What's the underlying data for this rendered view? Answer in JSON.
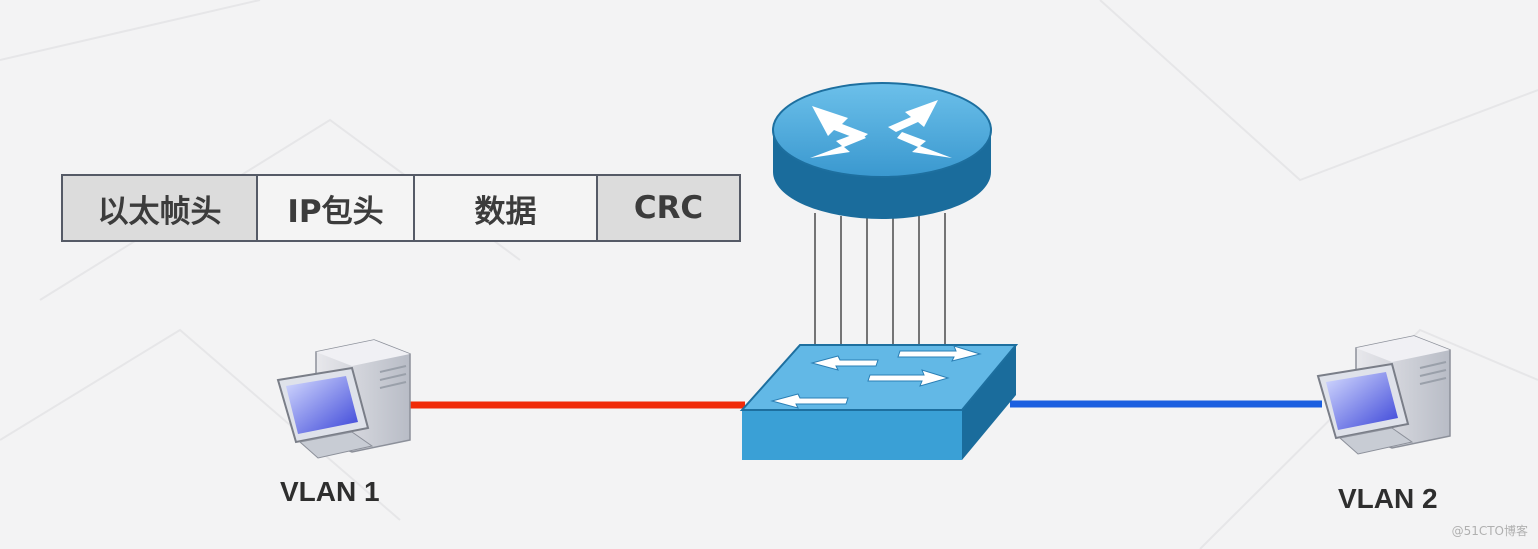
{
  "frame_fields": [
    "以太帧头",
    "IP包头",
    "数据",
    "CRC"
  ],
  "hosts": [
    {
      "label": "VLAN 1",
      "link_color": "#f02a08"
    },
    {
      "label": "VLAN 2",
      "link_color": "#1b5fe0"
    }
  ],
  "devices": {
    "router": "router-icon",
    "switch": "switch-icon"
  },
  "colors": {
    "device_blue": "#3aa0d6",
    "device_dark": "#1a6c9c",
    "trunk_line": "#555555"
  },
  "watermark": "@51CTO博客"
}
